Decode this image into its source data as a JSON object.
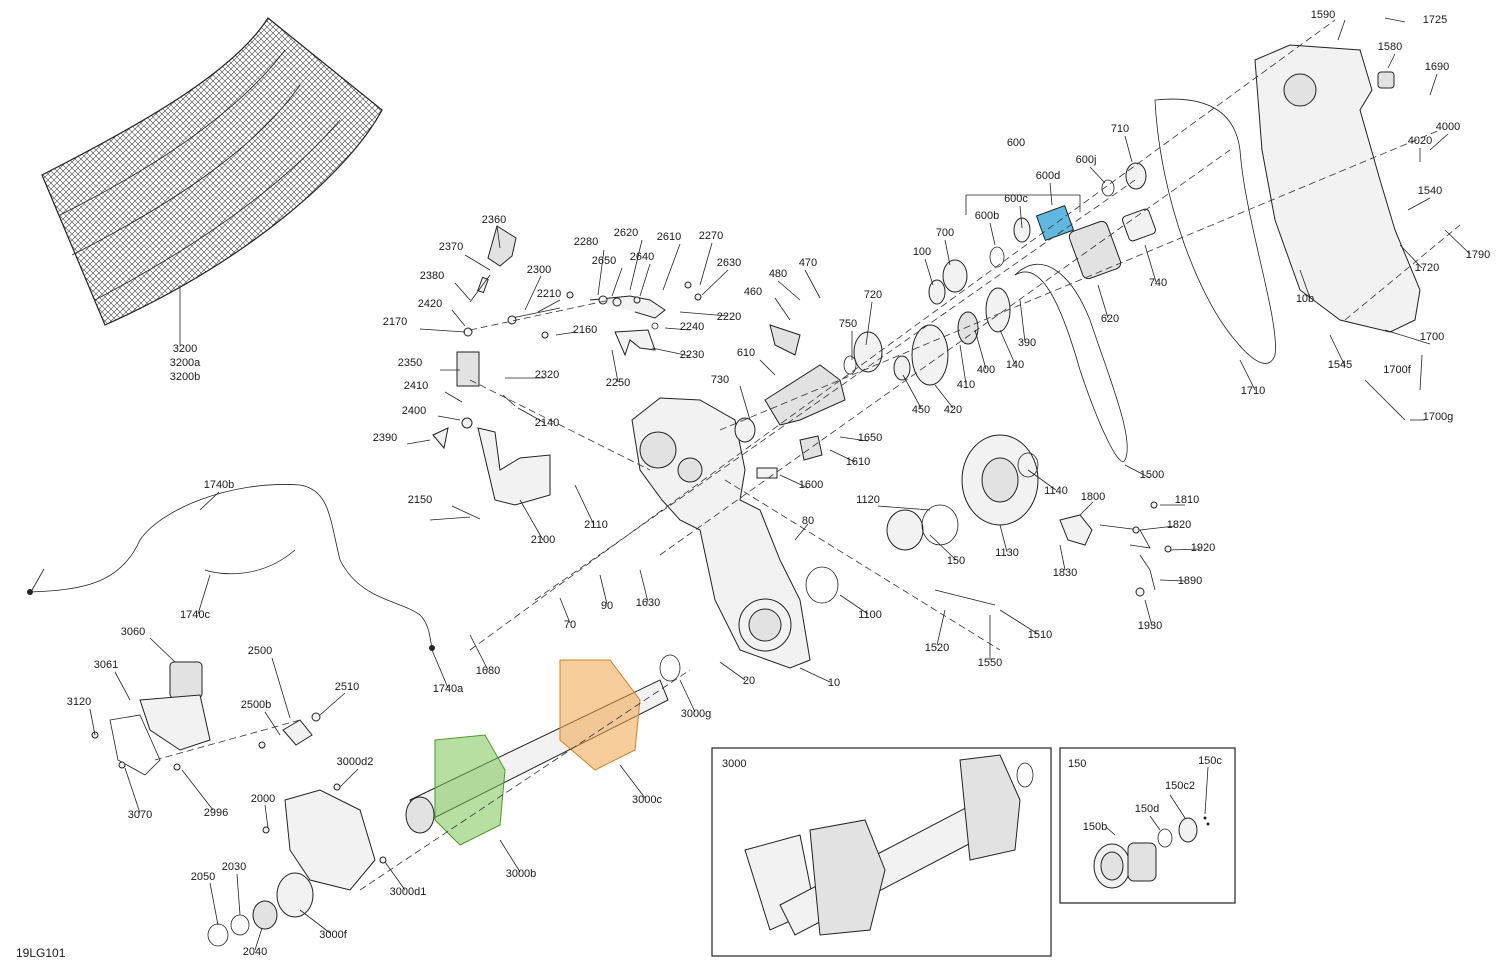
{
  "drawing_id": "19LG101",
  "labels": [
    "3200",
    "3200a",
    "3200b",
    "2360",
    "2370",
    "2380",
    "2420",
    "2170",
    "2350",
    "2410",
    "2400",
    "2390",
    "2150",
    "2300",
    "2210",
    "2160",
    "2280",
    "2620",
    "2650",
    "2640",
    "2610",
    "2270",
    "2630",
    "2220",
    "2240",
    "2230",
    "2250",
    "2320",
    "2140",
    "2100",
    "2110",
    "480",
    "470",
    "460",
    "610",
    "730",
    "720",
    "750",
    "700",
    "100",
    "450",
    "420",
    "410",
    "400",
    "140",
    "390",
    "600",
    "600b",
    "600c",
    "600d",
    "600j",
    "710",
    "620",
    "740",
    "1590",
    "1725",
    "1580",
    "1690",
    "4000",
    "4020",
    "1540",
    "1790",
    "1720",
    "10b",
    "1545",
    "1700",
    "1700f",
    "1700g",
    "1710",
    "1650",
    "1610",
    "1600",
    "1500",
    "1140",
    "1120",
    "1130",
    "150",
    "1800",
    "1810",
    "1820",
    "1920",
    "1830",
    "1890",
    "1930",
    "80",
    "1630",
    "90",
    "70",
    "1100",
    "1520",
    "1510",
    "1550",
    "20",
    "10",
    "1680",
    "1740a",
    "1740b",
    "1740c",
    "3060",
    "3061",
    "3120",
    "3070",
    "2996",
    "2500",
    "2500b",
    "2510",
    "3000d2",
    "2000",
    "2050",
    "2030",
    "2040",
    "3000f",
    "3000d1",
    "3000b",
    "3000c",
    "3000g"
  ],
  "detail_3000": {
    "title": "3000"
  },
  "detail_150": {
    "title": "150",
    "labels": [
      "150b",
      "150d",
      "150c2",
      "150c"
    ]
  },
  "accent_colors": {
    "sprocket_3000b": "#7dc455",
    "sprocket_3000c": "#f2a44b",
    "gear_600d": "#5fb8e0"
  }
}
